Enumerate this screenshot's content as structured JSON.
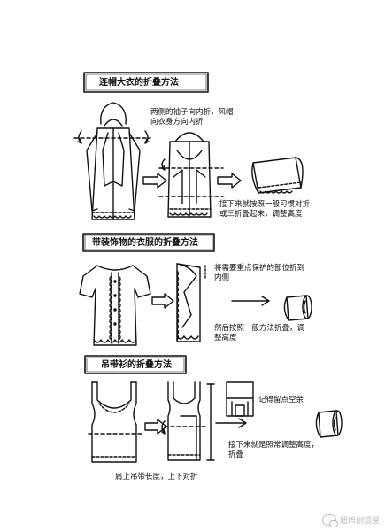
{
  "section1": {
    "title": "连帽大衣的折叠方法",
    "note_top": "两侧的袖子向内折，风帽向衣身方向内折",
    "note_bottom": "接下来就按照一般习惯对折或三折叠起来，调整高度"
  },
  "section2": {
    "title": "带装饰物的衣服的折叠方法",
    "note_top": "将需要重点保护的部位折到内侧",
    "note_bottom": "然后按照一般方法折叠，调整高度"
  },
  "section3": {
    "title": "吊带衫的折叠方法",
    "note_top": "记得留点空余",
    "note_bottom": "接下来就是照常调整高度，折叠",
    "caption": "肩上吊带长度，上下对折"
  },
  "watermark": {
    "text": "妞妈创想屋",
    "icon": "wechat-icon"
  }
}
